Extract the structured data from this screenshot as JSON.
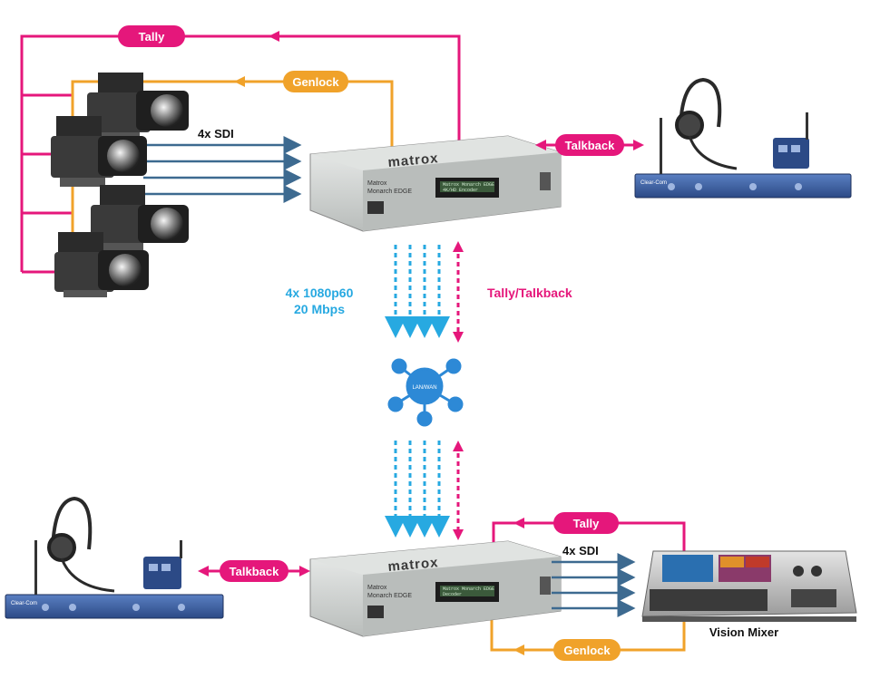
{
  "labels": {
    "tally_top": "Tally",
    "genlock_top": "Genlock",
    "sdi_top": "4x SDI",
    "talkback_top": "Talkback",
    "stream_line1": "4x 1080p60",
    "stream_line2": "20 Mbps",
    "tally_talkback": "Tally/Talkback",
    "network": "LAN/WAN",
    "talkback_bottom": "Talkback",
    "tally_bottom": "Tally",
    "sdi_bottom": "4x SDI",
    "genlock_bottom": "Genlock",
    "vision_mixer": "Vision Mixer"
  },
  "devices": {
    "encoder_brand": "matrox",
    "encoder_model_line1": "Matrox",
    "encoder_model_line2": "Monarch EDGE",
    "encoder_lcd_line1": "Matrox Monarch EDGE",
    "encoder_lcd_line2": "4K/HD Encoder",
    "decoder_lcd_line2": "Decoder",
    "intercom_brand": "Clear-Com"
  },
  "colors": {
    "tally": "#e5177b",
    "genlock": "#f0a22a",
    "sdi": "#3d6a90",
    "stream": "#27a9e1",
    "talkback": "#e5177b",
    "network": "#2d89d6"
  }
}
